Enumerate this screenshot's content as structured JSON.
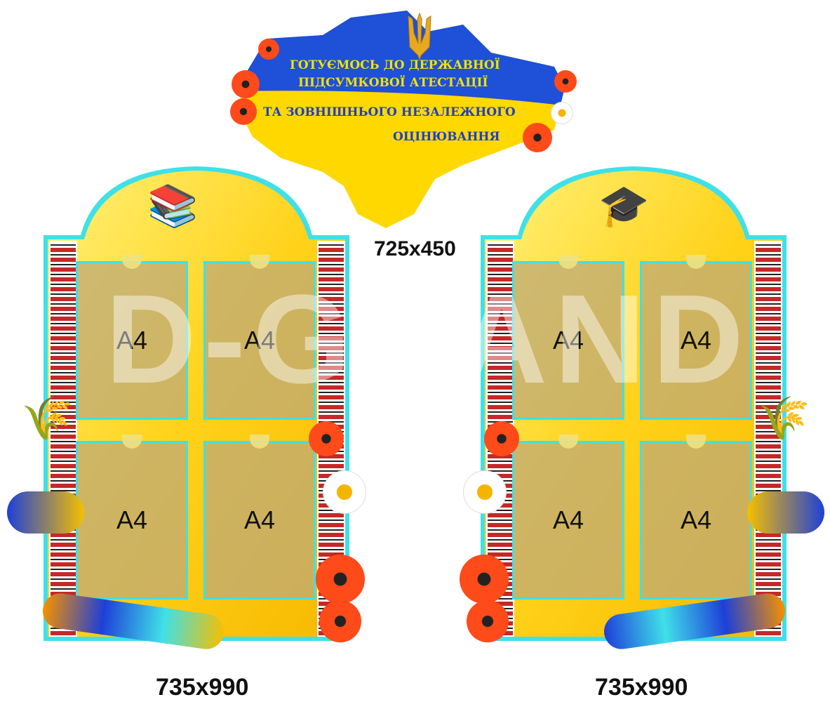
{
  "header_sign": {
    "lines": [
      "ГОТУЄМОСЬ ДО ДЕРЖАВНОЇ",
      "ПІДСУМКОВОЇ АТЕСТАЦІЇ",
      "ТА ЗОВНІШНЬОГО НЕЗАЛЕЖНОГО",
      "ОЦІНЮВАННЯ"
    ],
    "size": "725x450",
    "icon": "trident-icon"
  },
  "left_stand": {
    "pockets": [
      "A4",
      "A4",
      "A4",
      "A4"
    ],
    "size": "735x990",
    "icon": "books-icon"
  },
  "right_stand": {
    "pockets": [
      "A4",
      "A4",
      "A4",
      "A4"
    ],
    "size": "735x990",
    "icon": "graduation-cap-icon"
  },
  "watermark": "D-GRAND",
  "colors": {
    "blue": "#1e50d8",
    "yellow": "#ffd800",
    "cyan": "#3fe0e8"
  }
}
